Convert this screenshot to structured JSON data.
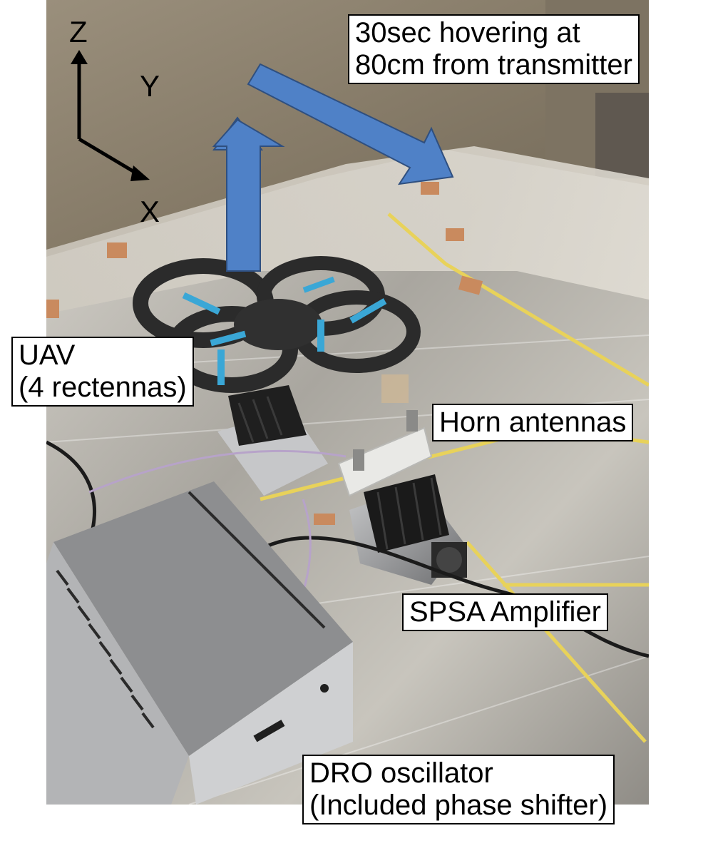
{
  "axes": {
    "z_label": "Z",
    "y_label": "Y",
    "x_label": "X"
  },
  "annotations": {
    "hover": {
      "line1": "30sec hovering at",
      "line2": "80cm from transmitter"
    },
    "uav": {
      "line1": "UAV",
      "line2": "(4 rectennas)"
    },
    "horn": {
      "line1": "Horn antennas"
    },
    "amplifier": {
      "line1": "SPSA Amplifier"
    },
    "oscillator": {
      "line1": "DRO oscillator",
      "line2": "(Included phase shifter)"
    }
  },
  "colors": {
    "arrow_fill": "#4f81c7",
    "arrow_stroke": "#2f4f7f",
    "propeller": "#3aa7d6",
    "tape": "#e8d25a",
    "copper_tape": "#c98a5e",
    "foil": "#b9b6ad",
    "wall": "#8c8170"
  }
}
